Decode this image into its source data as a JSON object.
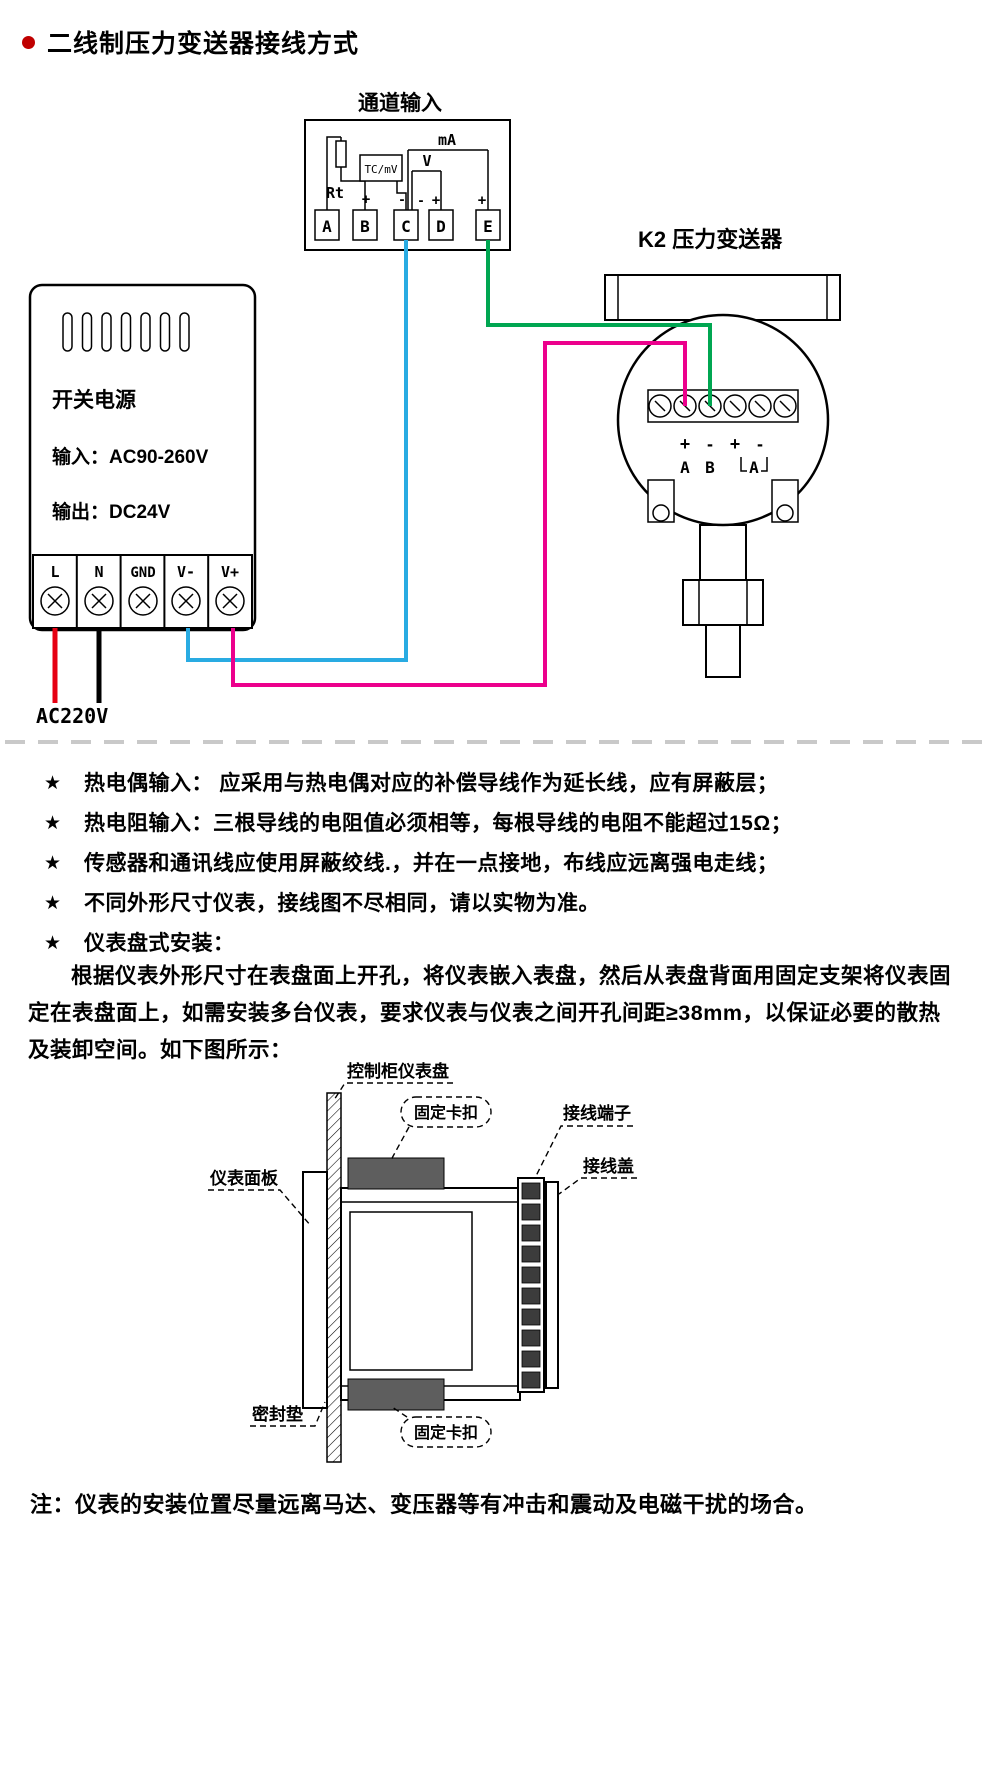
{
  "title": "二线制压力变送器接线方式",
  "wiring": {
    "channel_input_label": "通道输入",
    "rt_label": "Rt",
    "tc_mv_label": "TC/mV",
    "v_label": "V",
    "ma_label": "mA",
    "tc_plus": "+",
    "tc_minus": "-",
    "v_minus": "-",
    "v_plus": "+",
    "ma_plus": "+",
    "term_a": "A",
    "term_b": "B",
    "term_c": "C",
    "term_d": "D",
    "term_e": "E",
    "transmitter_title": "K2  压力变送器",
    "tx_plus1": "+",
    "tx_minus1": "-",
    "tx_plus2": "+",
    "tx_minus2": "-",
    "tx_a": "A",
    "tx_b": "B",
    "tx_a2": "A",
    "psu_name": "开关电源",
    "psu_input": "输入：AC90-260V",
    "psu_output": "输出：DC24V",
    "psu_l": "L",
    "psu_n": "N",
    "psu_gnd": "GND",
    "psu_vminus": "V-",
    "psu_vplus": "V+",
    "ac_label": "AC220V"
  },
  "colors": {
    "title_bullet": "#c00000",
    "wire_red": "#e60012",
    "wire_black": "#000000",
    "wire_cyan": "#29abe2",
    "wire_magenta": "#ec008c",
    "wire_green": "#00a651"
  },
  "notes": [
    {
      "bullet": "★",
      "text": "热电偶输入： 应采用与热电偶对应的补偿导线作为延长线，应有屏蔽层；"
    },
    {
      "bullet": "★",
      "text": "热电阻输入：三根导线的电阻值必须相等，每根导线的电阻不能超过15Ω；"
    },
    {
      "bullet": "★",
      "text": "传感器和通讯线应使用屏蔽绞线.，并在一点接地，布线应远离强电走线；"
    },
    {
      "bullet": "★",
      "text": "不同外形尺寸仪表，接线图不尽相同，请以实物为准。"
    },
    {
      "bullet": "★",
      "text": "仪表盘式安装："
    }
  ],
  "install_paragraph": "根据仪表外形尺寸在表盘面上开孔，将仪表嵌入表盘，然后从表盘背面用固定支架将仪表固定在表盘面上，如需安装多台仪表，要求仪表与仪表之间开孔间距≥38mm，以保证必要的散热及装卸空间。如下图所示：",
  "install_labels": {
    "panel": "控制柜仪表盘",
    "clip_top": "固定卡扣",
    "terminal": "接线端子",
    "cover": "接线盖",
    "front_panel": "仪表面板",
    "gasket": "密封垫",
    "clip_bottom": "固定卡扣"
  },
  "footer_note": "注：仪表的安装位置尽量远离马达、变压器等有冲击和震动及电磁干扰的场合。"
}
